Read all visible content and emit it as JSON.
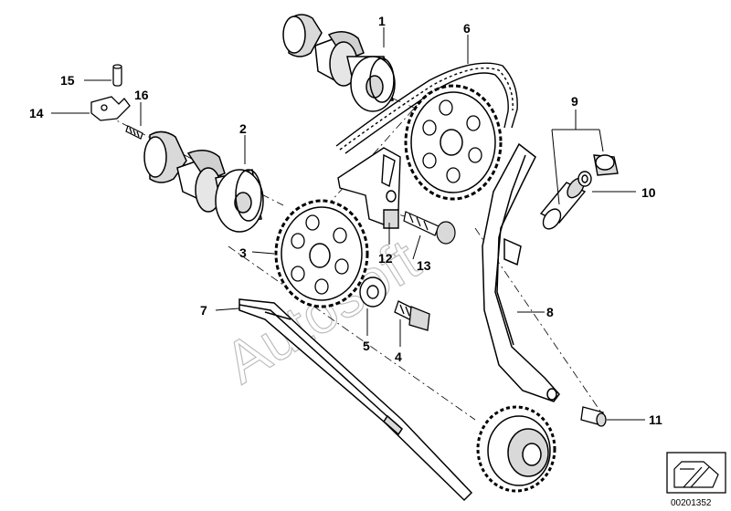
{
  "diagram": {
    "callouts": [
      {
        "id": "1",
        "label": "1"
      },
      {
        "id": "2",
        "label": "2"
      },
      {
        "id": "3",
        "label": "3"
      },
      {
        "id": "4",
        "label": "4"
      },
      {
        "id": "5",
        "label": "5"
      },
      {
        "id": "6",
        "label": "6"
      },
      {
        "id": "7",
        "label": "7"
      },
      {
        "id": "8",
        "label": "8"
      },
      {
        "id": "9",
        "label": "9"
      },
      {
        "id": "10",
        "label": "10"
      },
      {
        "id": "11",
        "label": "11"
      },
      {
        "id": "12",
        "label": "12"
      },
      {
        "id": "13",
        "label": "13"
      },
      {
        "id": "14",
        "label": "14"
      },
      {
        "id": "15",
        "label": "15"
      },
      {
        "id": "16",
        "label": "16"
      }
    ],
    "watermark": "Autosoft",
    "reference_number": "00201352"
  }
}
